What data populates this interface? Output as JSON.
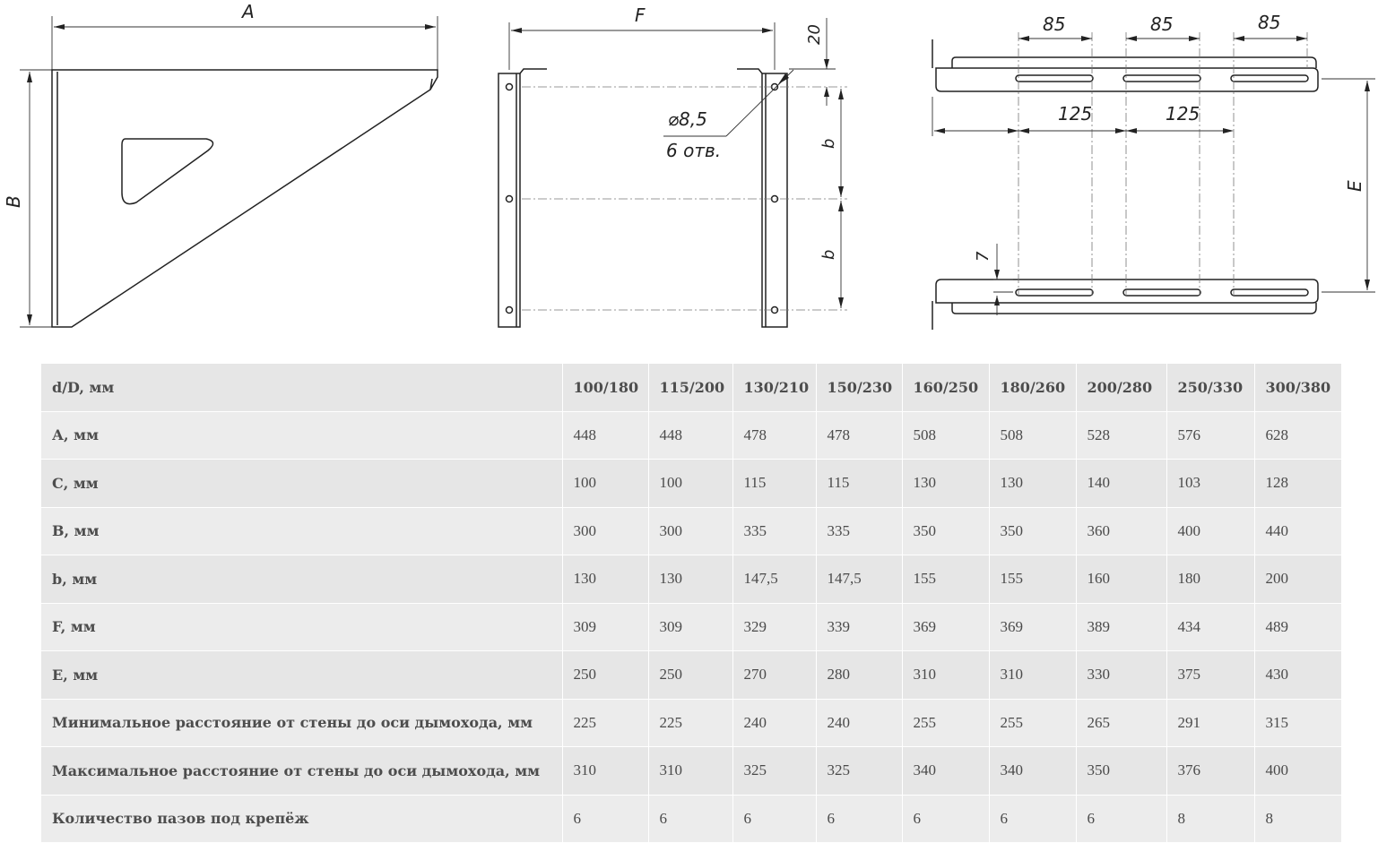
{
  "drawing_labels": {
    "A": "A",
    "B": "B",
    "F": "F",
    "dim20": "20",
    "hole_diameter": "⌀8,5",
    "hole_count": "6 отв.",
    "b1": "b",
    "b2": "b",
    "s85_1": "85",
    "s85_2": "85",
    "s85_3": "85",
    "s125_1": "125",
    "s125_2": "125",
    "E": "E",
    "dim7": "7"
  },
  "table": {
    "header": [
      "d/D, мм",
      "100/180",
      "115/200",
      "130/210",
      "150/230",
      "160/250",
      "180/260",
      "200/280",
      "250/330",
      "300/380"
    ],
    "rows": [
      [
        "А, мм",
        "448",
        "448",
        "478",
        "478",
        "508",
        "508",
        "528",
        "576",
        "628"
      ],
      [
        "С, мм",
        "100",
        "100",
        "115",
        "115",
        "130",
        "130",
        "140",
        "103",
        "128"
      ],
      [
        "В, мм",
        "300",
        "300",
        "335",
        "335",
        "350",
        "350",
        "360",
        "400",
        "440"
      ],
      [
        "b, мм",
        "130",
        "130",
        "147,5",
        "147,5",
        "155",
        "155",
        "160",
        "180",
        "200"
      ],
      [
        "F, мм",
        "309",
        "309",
        "329",
        "339",
        "369",
        "369",
        "389",
        "434",
        "489"
      ],
      [
        "E, мм",
        "250",
        "250",
        "270",
        "280",
        "310",
        "310",
        "330",
        "375",
        "430"
      ],
      [
        "Минимальное расстояние от стены до оси дымохода, мм",
        "225",
        "225",
        "240",
        "240",
        "255",
        "255",
        "265",
        "291",
        "315"
      ],
      [
        "Максимальное расстояние от стены до оси дымохода, мм",
        "310",
        "310",
        "325",
        "325",
        "340",
        "340",
        "350",
        "376",
        "400"
      ],
      [
        "Количество пазов под крепёж",
        "6",
        "6",
        "6",
        "6",
        "6",
        "6",
        "6",
        "8",
        "8"
      ]
    ]
  }
}
